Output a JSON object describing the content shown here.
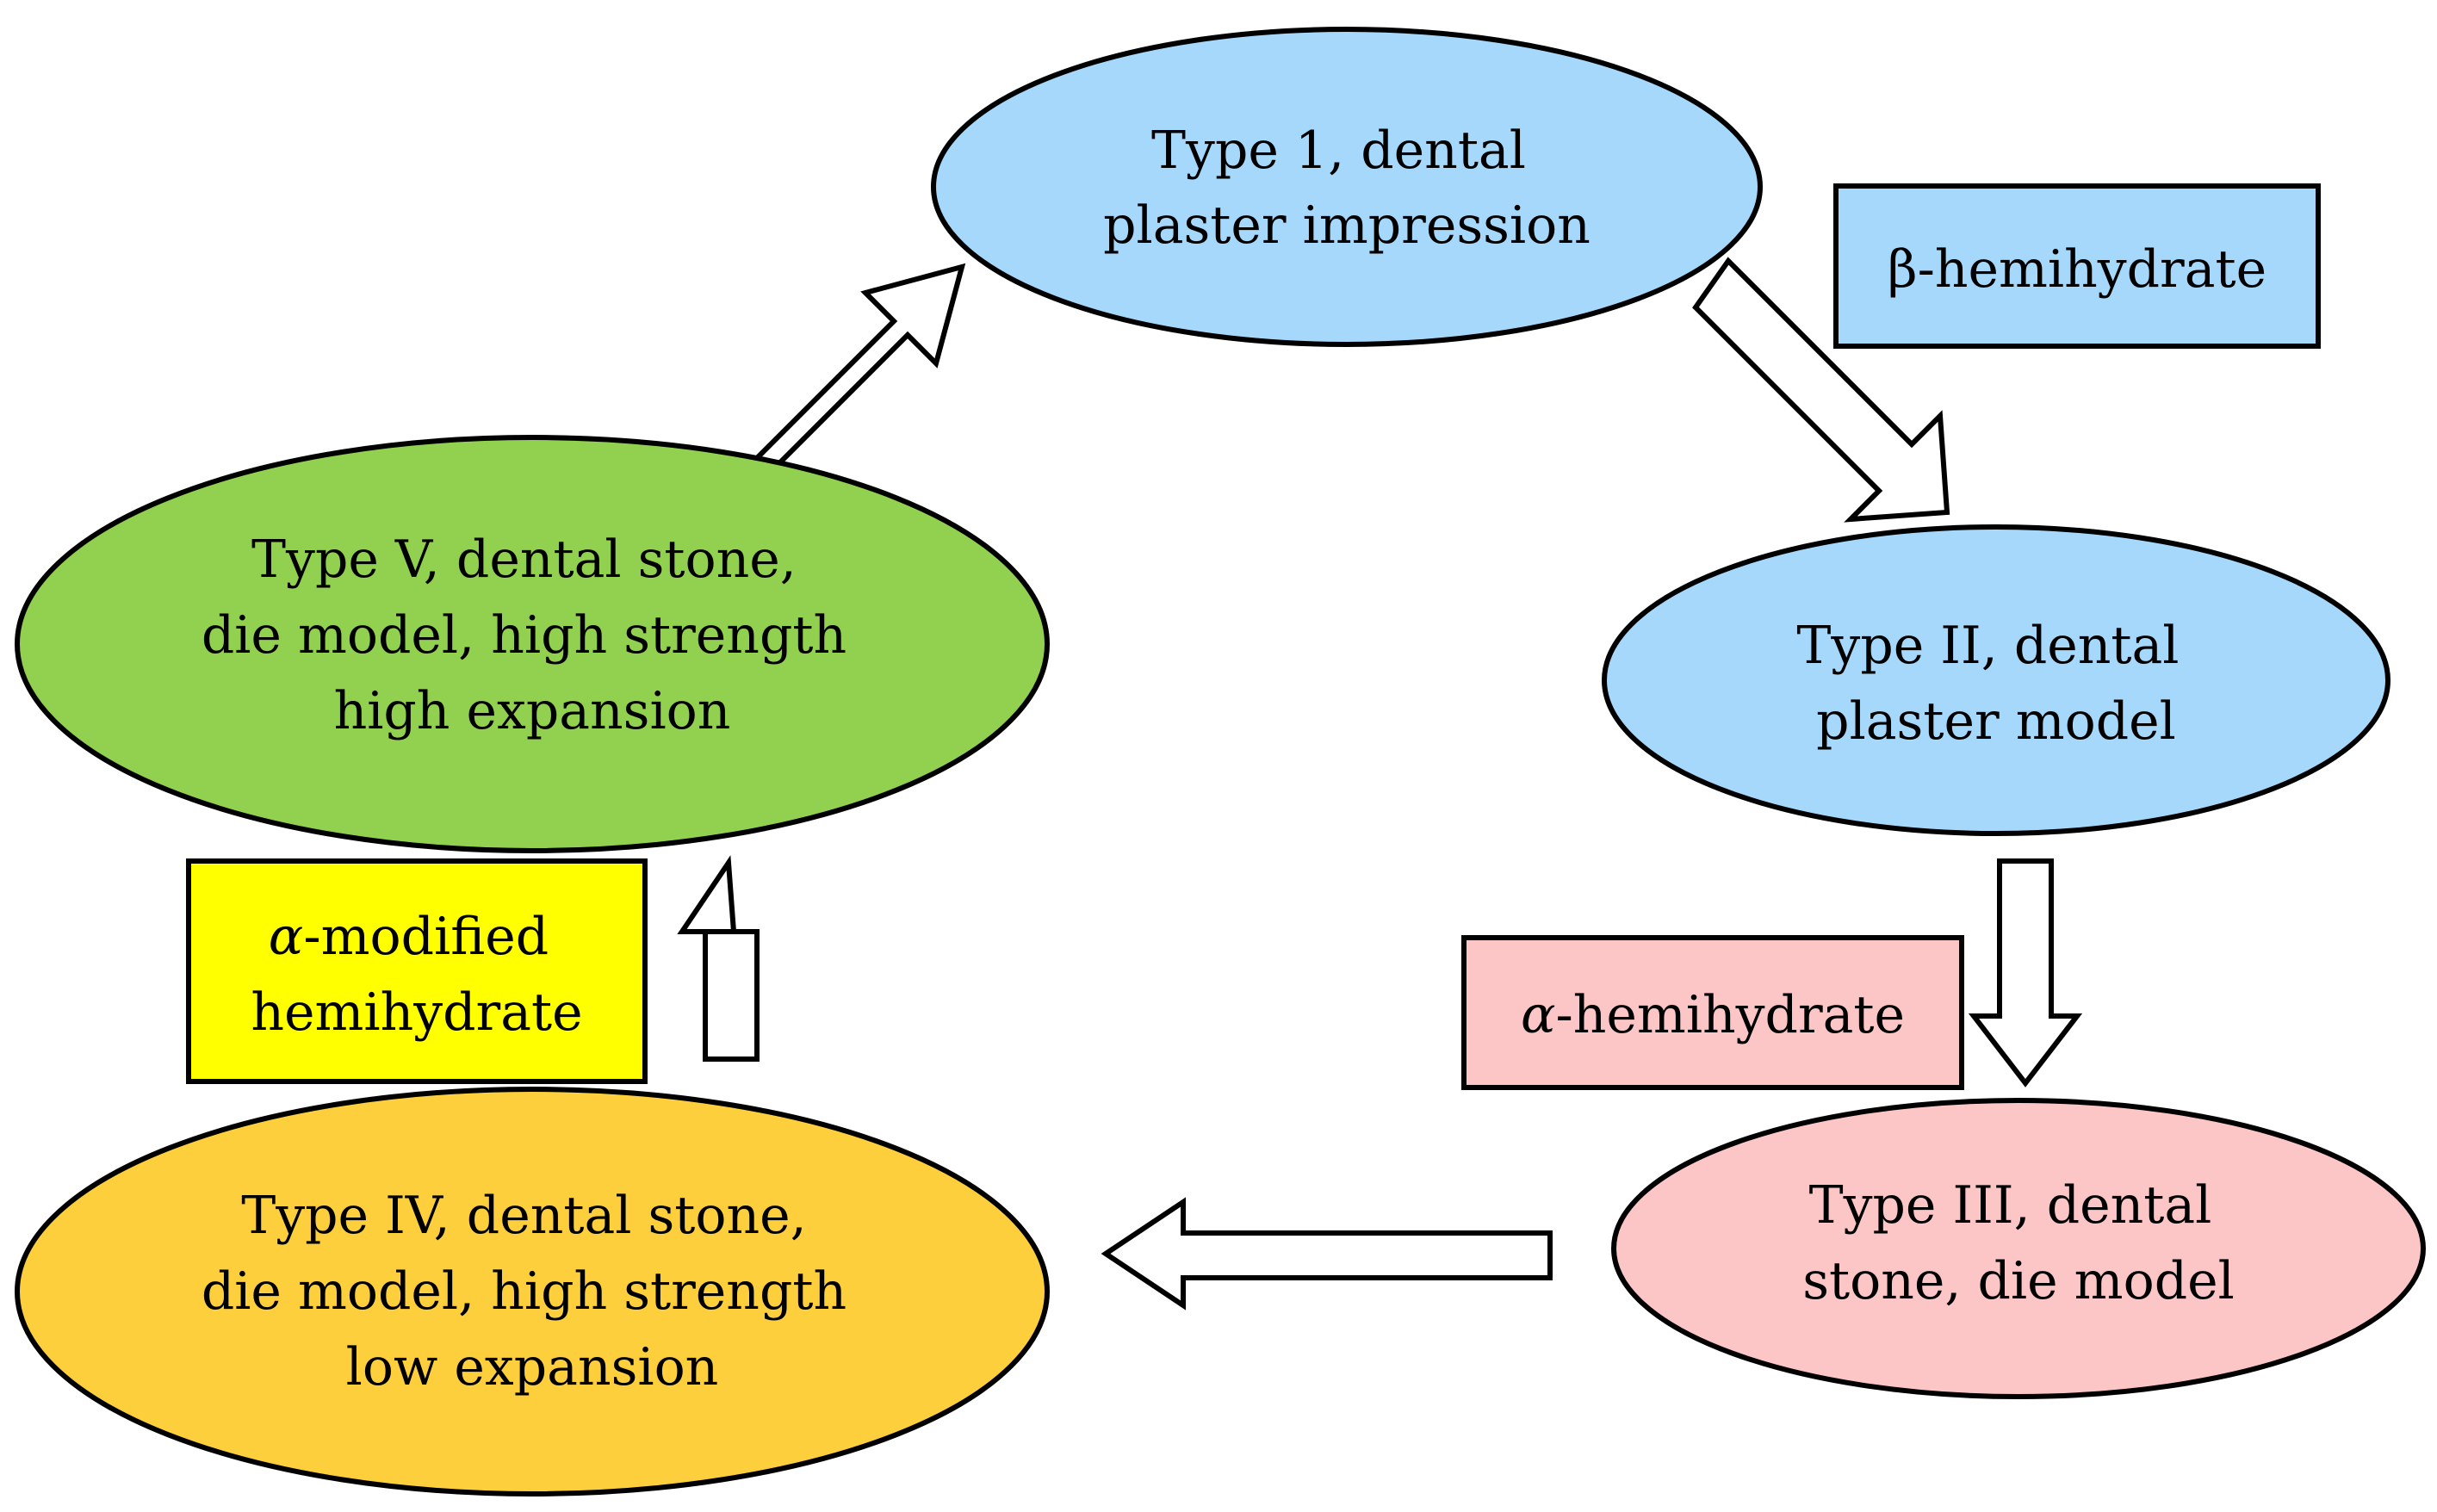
{
  "nodes": {
    "type1": {
      "lines": [
        "Type 1, dental",
        "plaster impression"
      ],
      "color": "#a6d8fb"
    },
    "type2": {
      "lines": [
        "Type II, dental",
        "plaster model"
      ],
      "color": "#a6d8fb"
    },
    "type3": {
      "lines": [
        "Type III, dental",
        "stone, die model"
      ],
      "color": "#fcc6c7"
    },
    "type4": {
      "lines": [
        "Type IV, dental stone,",
        "die model, high strength",
        "low expansion"
      ],
      "color": "#fdcf3d"
    },
    "type5": {
      "lines": [
        "Type V, dental stone,",
        "die model, high strength",
        "high expansion"
      ],
      "color": "#92d050"
    }
  },
  "labels": {
    "beta": {
      "symbol": "β",
      "text": "-hemihydrate",
      "color": "#a6d8fb"
    },
    "alpha": {
      "symbol": "α",
      "text": "-hemihydrate",
      "color": "#fcc6c7"
    },
    "alpha_modified": {
      "symbol": "α",
      "line1": "-modified",
      "line2": "hemihydrate",
      "color": "#ffff00"
    }
  }
}
